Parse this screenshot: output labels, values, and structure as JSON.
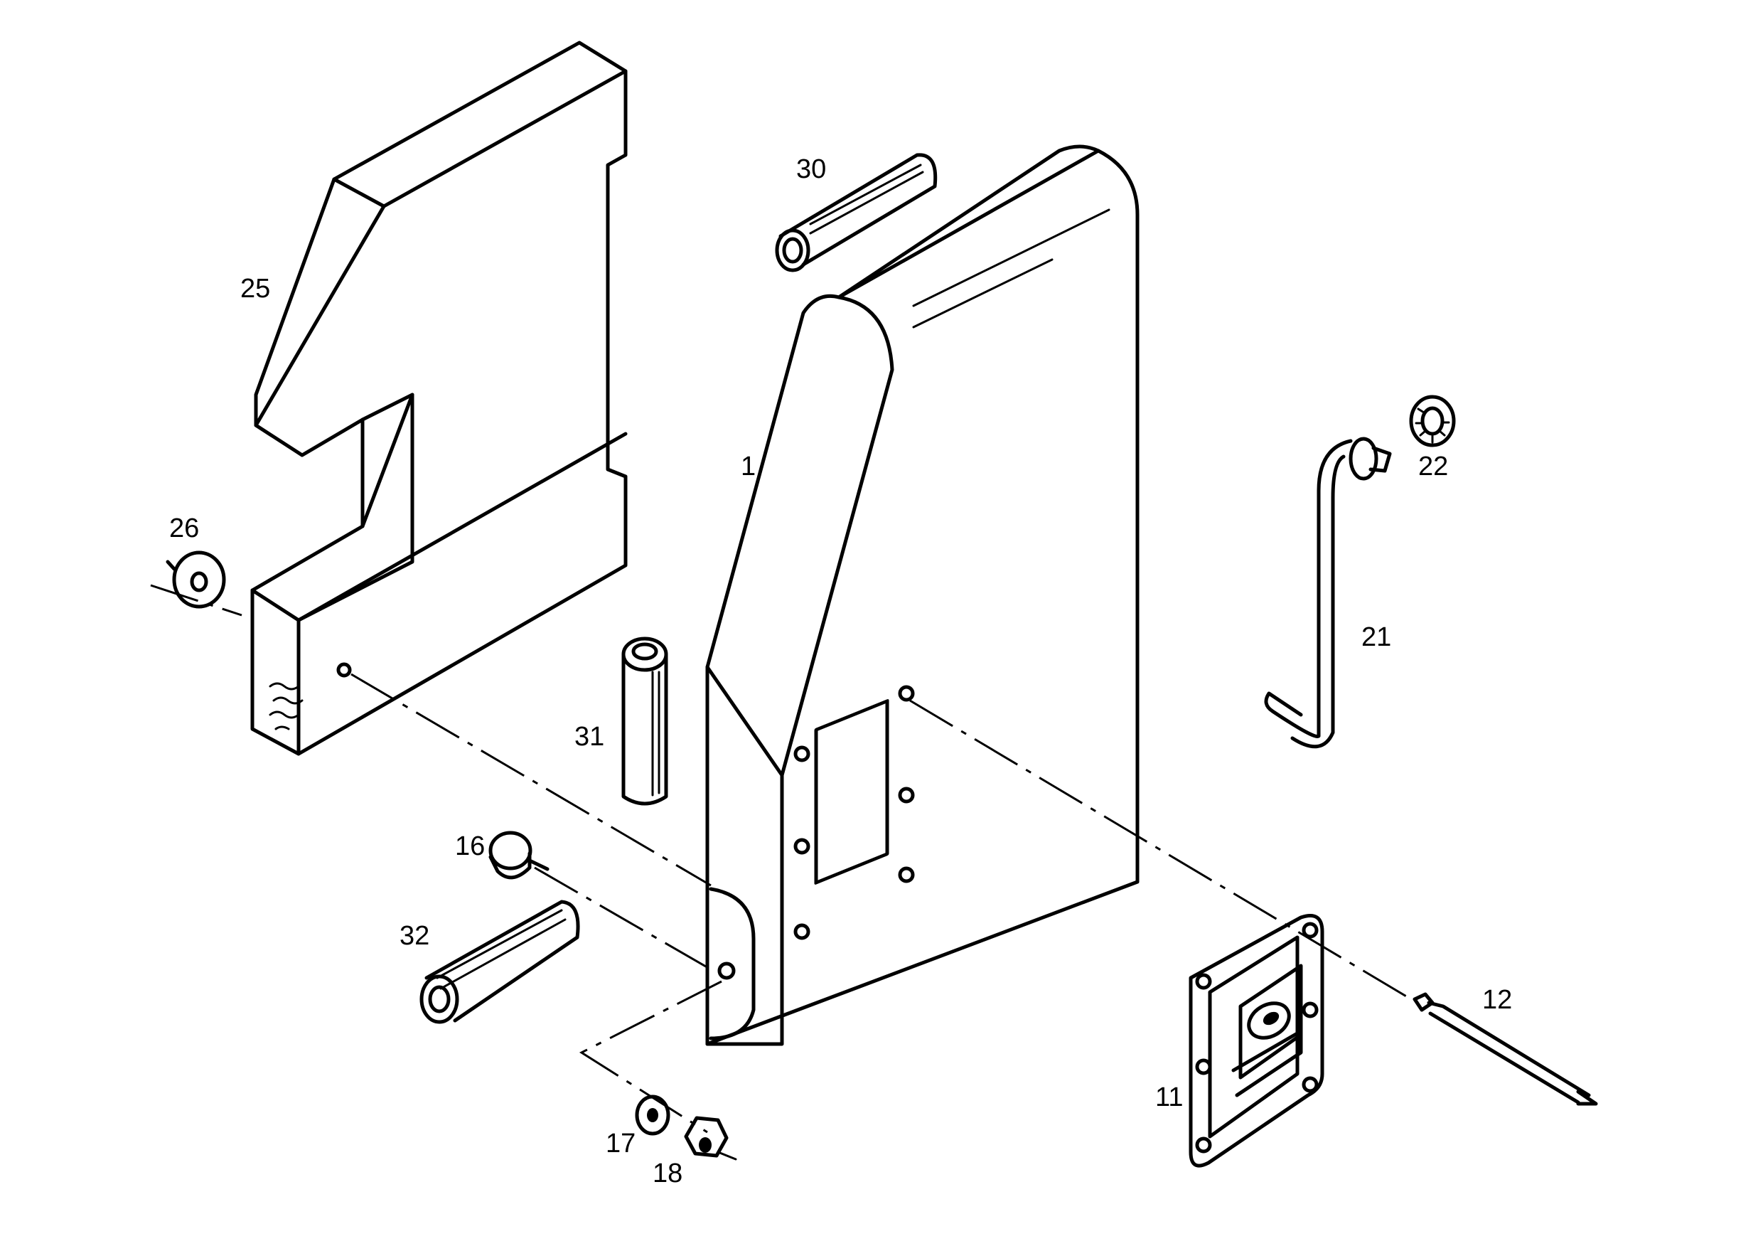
{
  "labels": {
    "p1": "1",
    "p11": "11",
    "p12": "12",
    "p16": "16",
    "p17": "17",
    "p18": "18",
    "p21": "21",
    "p22": "22",
    "p25": "25",
    "p26": "26",
    "p30": "30",
    "p31": "31",
    "p32": "32"
  }
}
